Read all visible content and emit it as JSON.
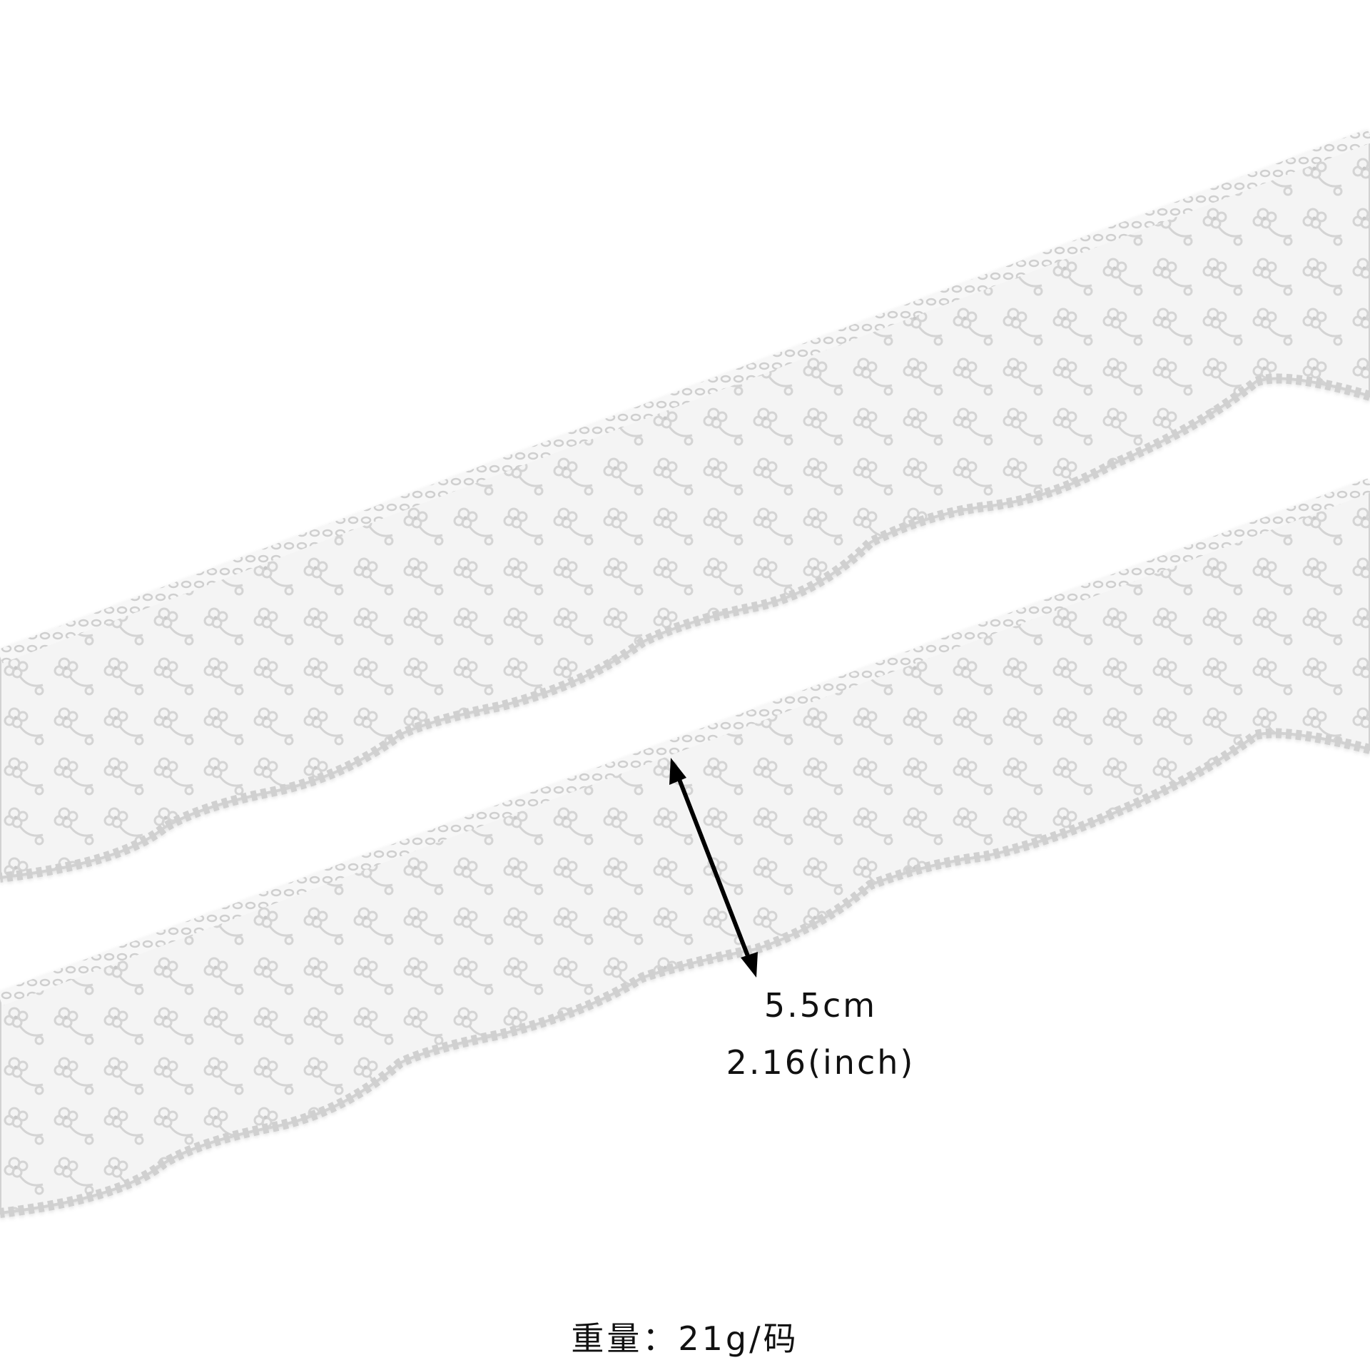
{
  "measurement": {
    "width_cm": "5.5cm",
    "width_inch": "2.16(inch)"
  },
  "weight_label": "重量：21g/码",
  "colors": {
    "background": "#ffffff",
    "lace": "#f4f4f4",
    "lace_stitch": "#d6d6d6",
    "arrow": "#000000",
    "text": "#111111"
  }
}
